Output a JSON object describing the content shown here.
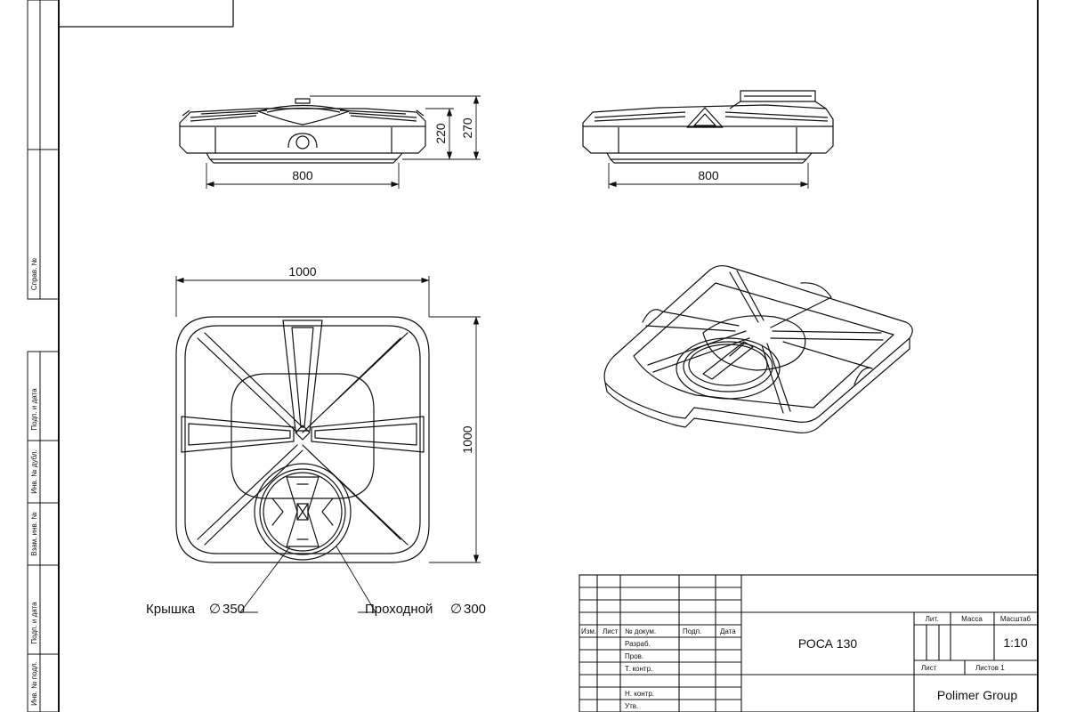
{
  "views": {
    "front": {
      "width_dim": "800",
      "height_dim_inner": "220",
      "height_dim_outer": "270"
    },
    "side": {
      "width_dim": "800"
    },
    "top": {
      "width_dim": "1000",
      "height_dim": "1000"
    }
  },
  "callouts": {
    "lid": {
      "label": "Крышка",
      "symbol": "∅",
      "value": "350"
    },
    "manhole": {
      "label": "Проходной",
      "symbol": "∅",
      "value": "300"
    }
  },
  "side_stamp": {
    "fields": [
      "Справ. №",
      "Подп. и дата",
      "Инв. № дубл.",
      "Взам. инв. №",
      "Подп. и дата",
      "Инв. № подл."
    ]
  },
  "title_block": {
    "col_headers": [
      "Изм.",
      "Лист",
      "№ докум.",
      "Подп.",
      "Дата"
    ],
    "row_roles": [
      "Разраб.",
      "Пров.",
      "Т. контр.",
      "Н. контр.",
      "Утв."
    ],
    "designation": "РОСА 130",
    "lit_label": "Лит.",
    "mass_label": "Масса",
    "scale_label": "Масштаб",
    "scale_value": "1:10",
    "sheet_label": "Лист",
    "sheets_label": "Листов 1",
    "company": "Polimer Group"
  }
}
